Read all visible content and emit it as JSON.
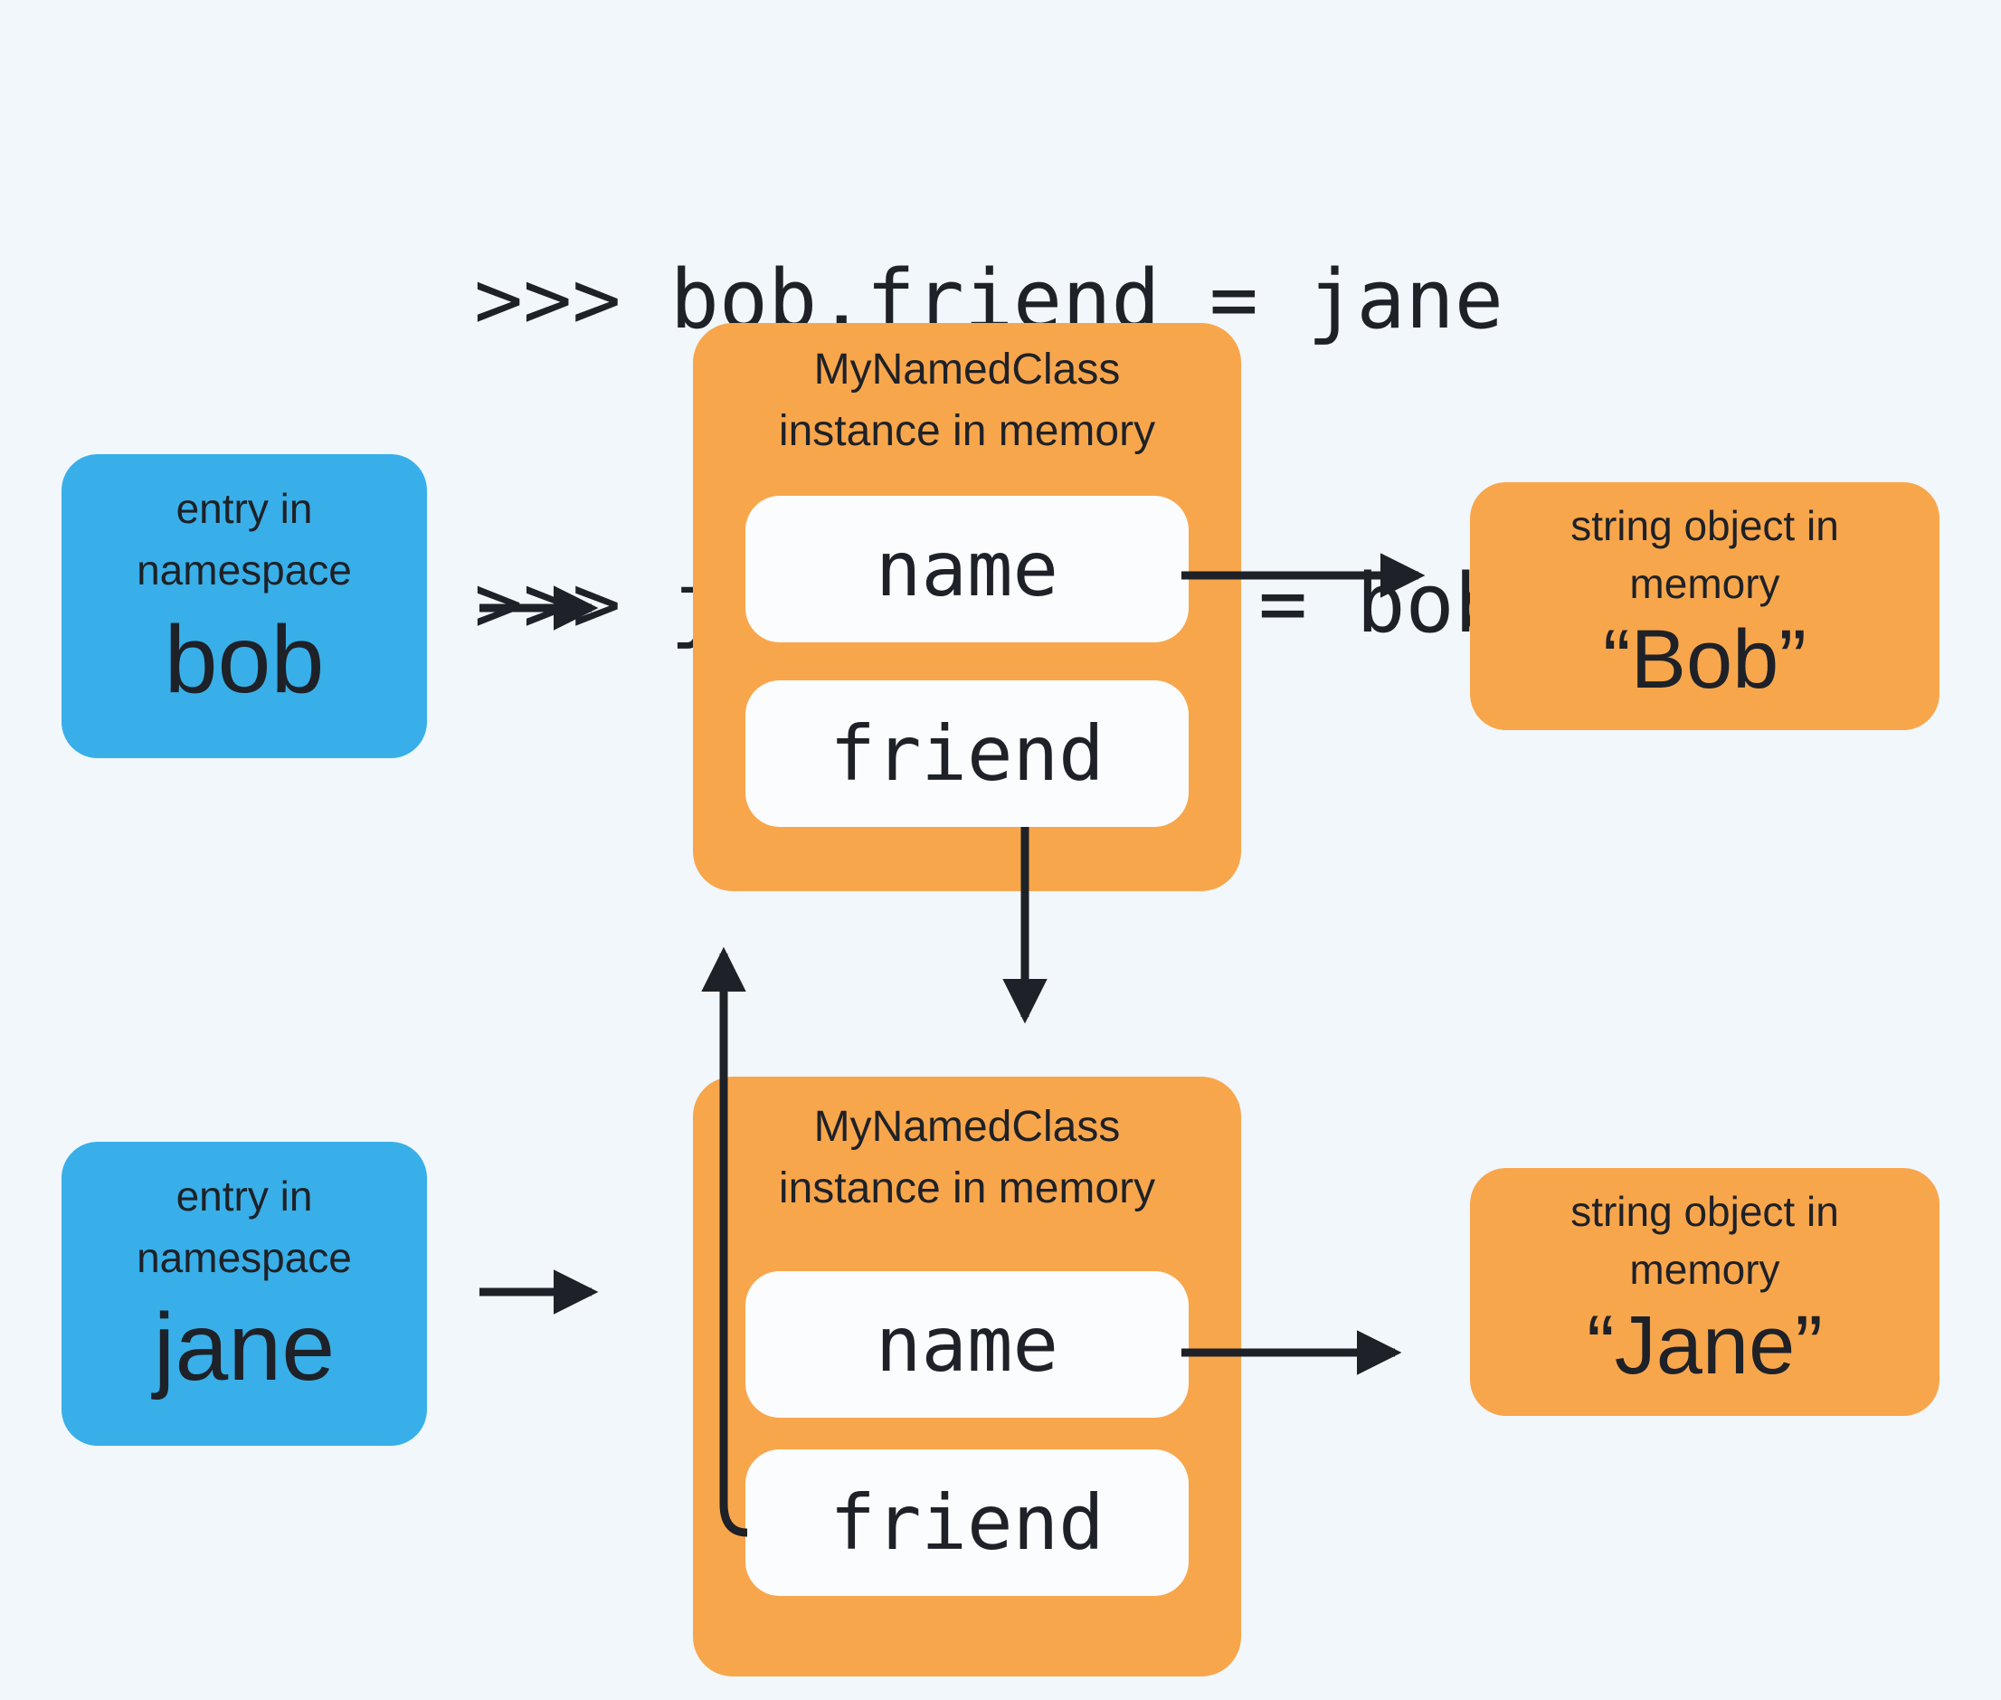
{
  "colors": {
    "background": "#F1F7FB",
    "panel_blue": "#38AFE8",
    "panel_orange": "#F8A64C",
    "pill_white": "#FAFCFD",
    "ink": "#1E2127"
  },
  "code": {
    "lines": [
      ">>> bob.friend = jane",
      ">>> jane.friend = bob"
    ]
  },
  "namespaces": [
    {
      "label_lines": [
        "entry in",
        "namespace"
      ],
      "name": "bob"
    },
    {
      "label_lines": [
        "entry in",
        "namespace"
      ],
      "name": "jane"
    }
  ],
  "instances": [
    {
      "title_lines": [
        "MyNamedClass",
        "instance in memory"
      ],
      "attributes": [
        "name",
        "friend"
      ]
    },
    {
      "title_lines": [
        "MyNamedClass",
        "instance in memory"
      ],
      "attributes": [
        "name",
        "friend"
      ]
    }
  ],
  "strings": [
    {
      "label_lines": [
        "string object in",
        "memory"
      ],
      "value": "“Bob”"
    },
    {
      "label_lines": [
        "string object in",
        "memory"
      ],
      "value": "“Jane”"
    }
  ],
  "relations": [
    {
      "from": "namespace entry bob",
      "to": "top MyNamedClass instance"
    },
    {
      "from": "top instance name attribute",
      "to": "string object Bob"
    },
    {
      "from": "top instance friend attribute",
      "to": "bottom MyNamedClass instance"
    },
    {
      "from": "namespace entry jane",
      "to": "bottom MyNamedClass instance"
    },
    {
      "from": "bottom instance name attribute",
      "to": "string object Jane"
    },
    {
      "from": "bottom instance friend attribute",
      "to": "top MyNamedClass instance"
    }
  ]
}
